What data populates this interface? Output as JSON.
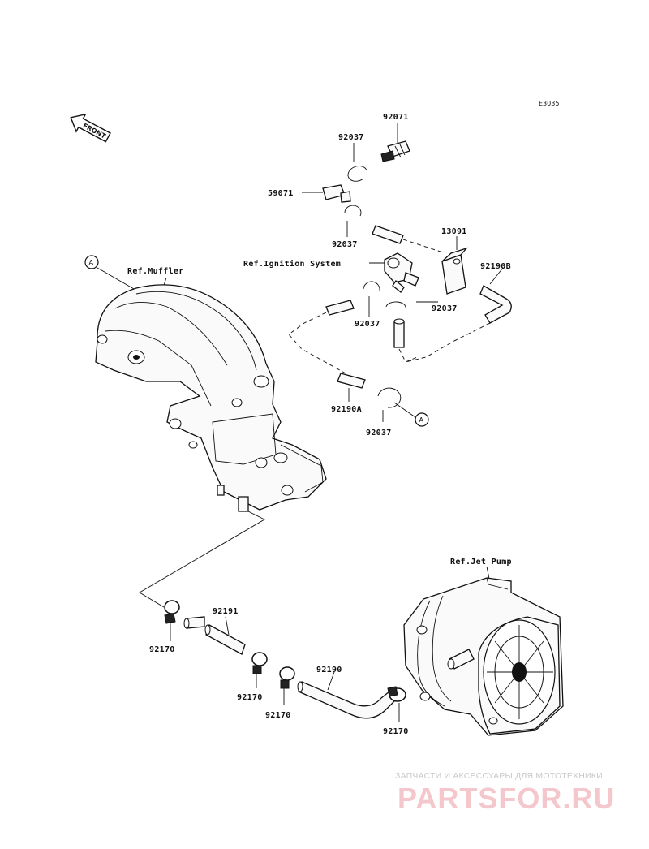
{
  "diagram_code": "E3035",
  "front_arrow_label": "FRONT",
  "callout_marker": "A",
  "references": {
    "muffler": "Ref.Muffler",
    "ignition": "Ref.Ignition System",
    "jet_pump": "Ref.Jet Pump"
  },
  "part_numbers": {
    "cap": "92071",
    "circlip_top": "92037",
    "fitting": "59071",
    "circlip_below_fitting": "92037",
    "bracket": "13091",
    "hose_b": "92190B",
    "circlip_right": "92037",
    "circlip_mid": "92037",
    "hose_a": "92190A",
    "circlip_bottom": "92037",
    "clamp_left": "92170",
    "hose_short": "92191",
    "clamp_mid1": "92170",
    "clamp_mid2": "92170",
    "hose_main": "92190",
    "clamp_right": "92170"
  },
  "watermark": {
    "tagline": "ЗАПЧАСТИ И АКСЕССУАРЫ ДЛЯ МОТОТЕХНИКИ",
    "logo": "PARTSFOR.RU"
  }
}
